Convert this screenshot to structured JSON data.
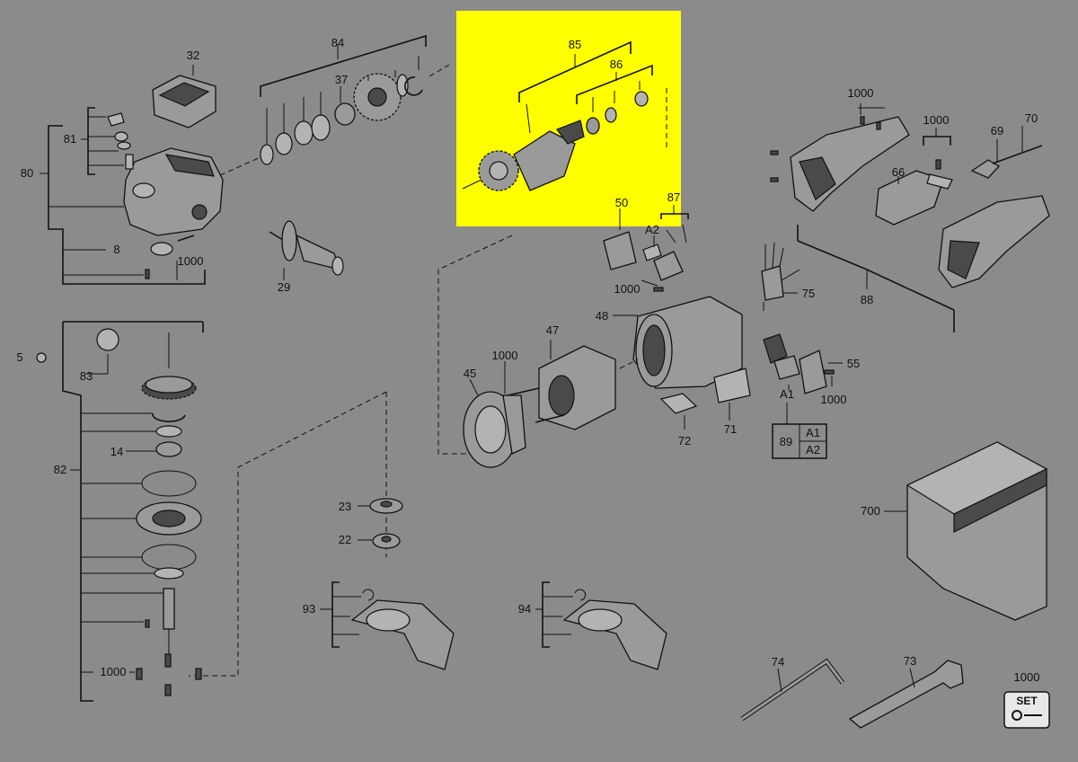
{
  "highlight_color": "#ffff00",
  "background_color": "#8b8b8b",
  "labels": {
    "l84": "84",
    "l32": "32",
    "l37": "37",
    "l81": "81",
    "l80": "80",
    "l8": "8",
    "l1000_a": "1000",
    "l29": "29",
    "l85": "85",
    "l86": "86",
    "l1000_b": "1000",
    "l1000_c": "1000",
    "l70": "70",
    "l69": "69",
    "l66": "66",
    "l88": "88",
    "l50": "50",
    "l87": "87",
    "A2_a": "A2",
    "l1000_d": "1000",
    "l75": "75",
    "l48": "48",
    "l47": "47",
    "l1000_e": "1000",
    "l45": "45",
    "l72": "72",
    "l71": "71",
    "l55": "55",
    "A1_a": "A1",
    "l1000_f": "1000",
    "l89": "89",
    "A1_b": "A1",
    "A2_b": "A2",
    "l5": "5",
    "l83": "83",
    "l14": "14",
    "l82": "82",
    "l1000_g": "1000",
    "l23": "23",
    "l22": "22",
    "l93": "93",
    "l94": "94",
    "l700": "700",
    "l74": "74",
    "l73": "73",
    "l1000_h": "1000",
    "set": "SET"
  }
}
